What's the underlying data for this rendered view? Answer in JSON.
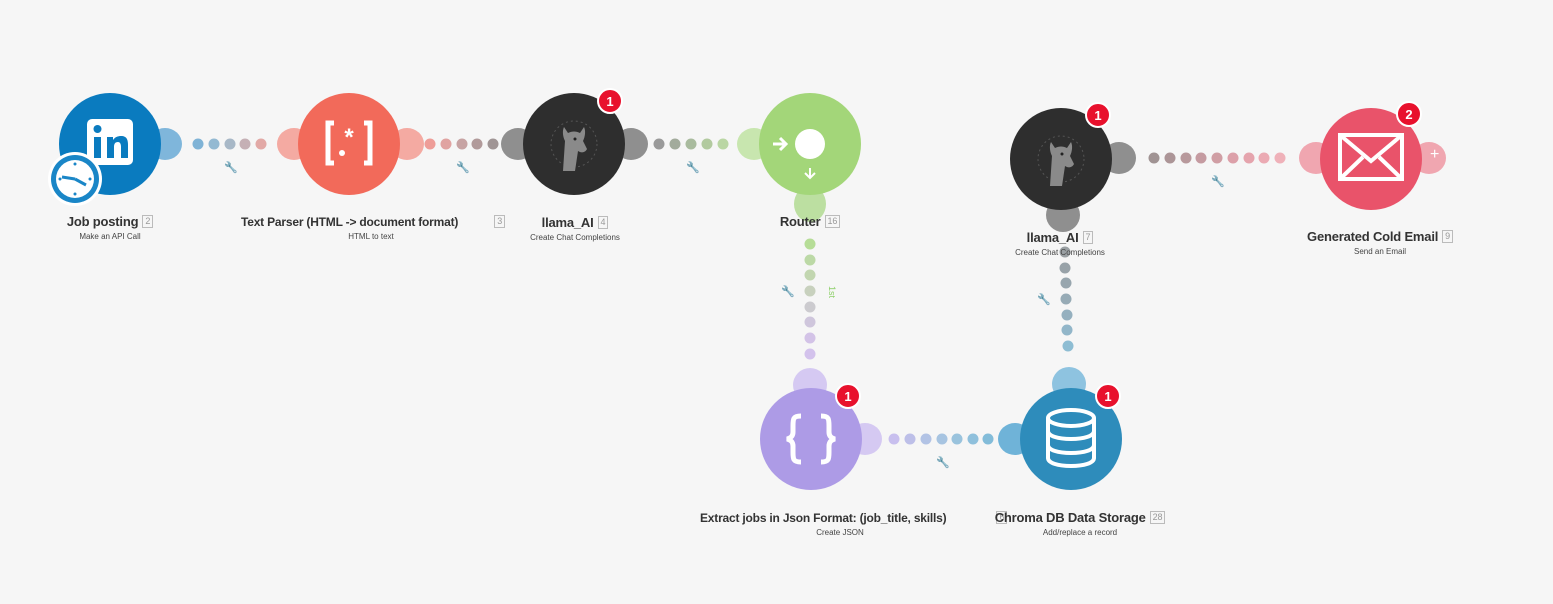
{
  "modules": [
    {
      "id": "job-posting",
      "title": "Job posting",
      "number": "2",
      "subtitle": "Make an API Call"
    },
    {
      "id": "text-parser",
      "title": "Text Parser (HTML -> document format)",
      "number": "3",
      "subtitle": "HTML to text"
    },
    {
      "id": "llama-1",
      "title": "llama_AI",
      "number": "4",
      "subtitle": "Create Chat Completions",
      "badge": "1"
    },
    {
      "id": "router",
      "title": "Router",
      "number": "16",
      "subtitle": ""
    },
    {
      "id": "json",
      "title": "Extract jobs in Json Format: (job_title, skills)",
      "number": "6",
      "subtitle": "Create JSON",
      "badge": "1"
    },
    {
      "id": "chroma",
      "title": "Chroma DB Data Storage",
      "number": "28",
      "subtitle": "Add/replace a record",
      "badge": "1"
    },
    {
      "id": "llama-2",
      "title": "llama_AI",
      "number": "7",
      "subtitle": "Create Chat Completions",
      "badge": "1"
    },
    {
      "id": "email",
      "title": "Generated Cold Email",
      "number": "9",
      "subtitle": "Send an Email",
      "badge": "2"
    }
  ],
  "route_label": "1st",
  "icons": {
    "job-posting": "linkedin-icon",
    "clock": "schedule-clock-icon",
    "text-parser": "regex-icon",
    "llama": "llama-icon",
    "router": "router-icon",
    "json": "json-braces-icon",
    "chroma": "database-icon",
    "email": "envelope-icon",
    "wrench": "wrench-icon"
  },
  "colors": {
    "background": "#f6f6f6",
    "linkedin": "#0a7bbf",
    "text_parser": "#f26a5a",
    "llama": "#2e2e2e",
    "router": "#a3d679",
    "json": "#ad9be6",
    "chroma": "#2e8cbb",
    "email": "#e9536a",
    "badge": "#e8112d"
  }
}
